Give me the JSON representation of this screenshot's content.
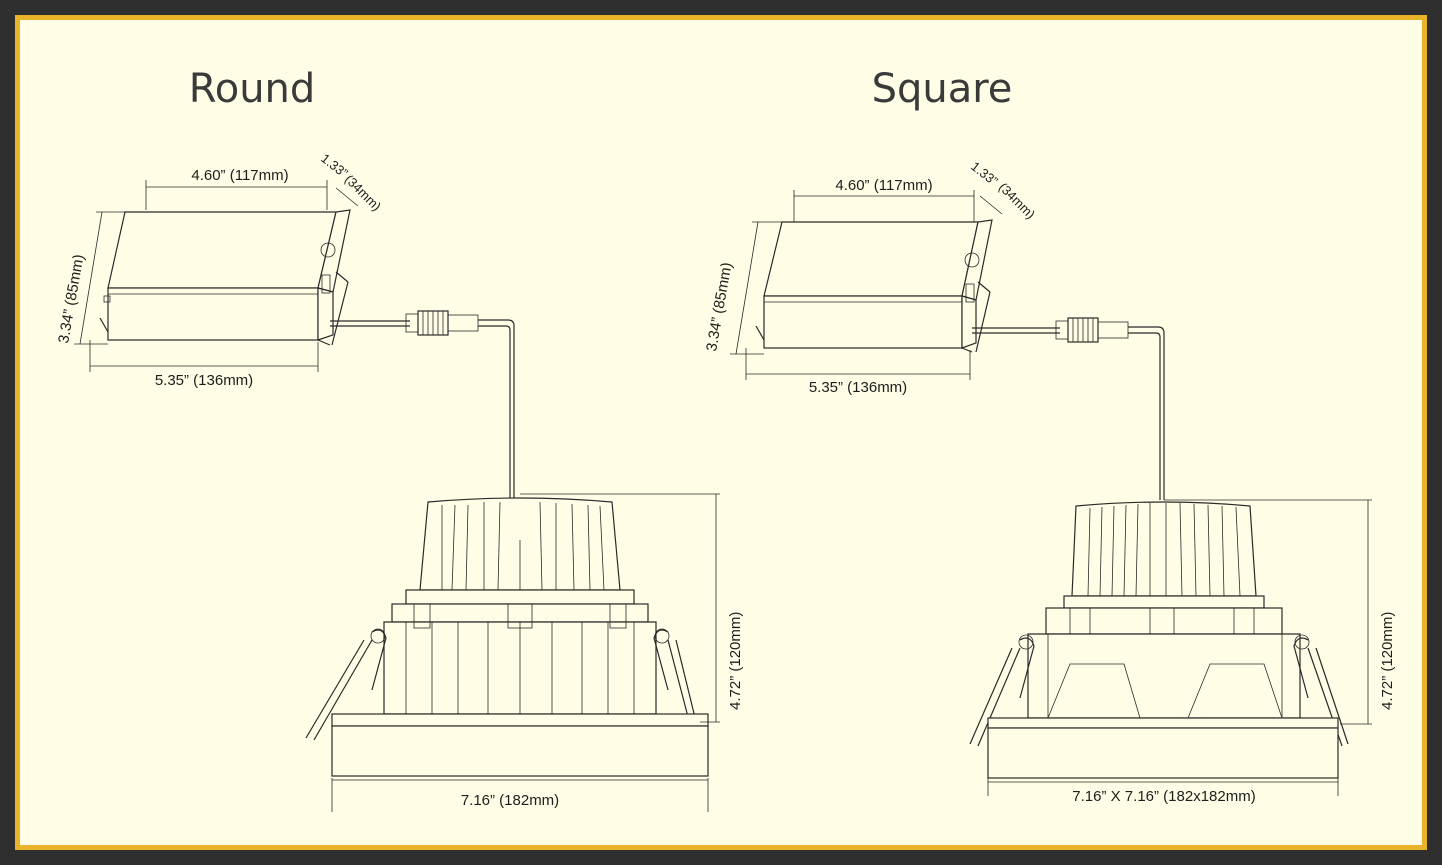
{
  "round": {
    "title": "Round",
    "driver_width": "4.60”  (117mm)",
    "driver_depth_in": "1.33”",
    "driver_depth_mm": "(34mm)",
    "driver_height": "3.34”  (85mm)",
    "driver_length": "5.35”  (136mm)",
    "fixture_height": "4.72”  (120mm)",
    "fixture_width": "7.16”  (182mm)"
  },
  "square": {
    "title": "Square",
    "driver_width": "4.60”  (117mm)",
    "driver_depth_in": "1.33”",
    "driver_depth_mm": "(34mm)",
    "driver_height": "3.34”  (85mm)",
    "driver_length": "5.35”  (136mm)",
    "fixture_height": "4.72”  (120mm)",
    "fixture_width": "7.16” X 7.16” (182x182mm)"
  },
  "colors": {
    "frame": "#2f2f2f",
    "border": "#e9b429",
    "panel": "#fffde5"
  }
}
